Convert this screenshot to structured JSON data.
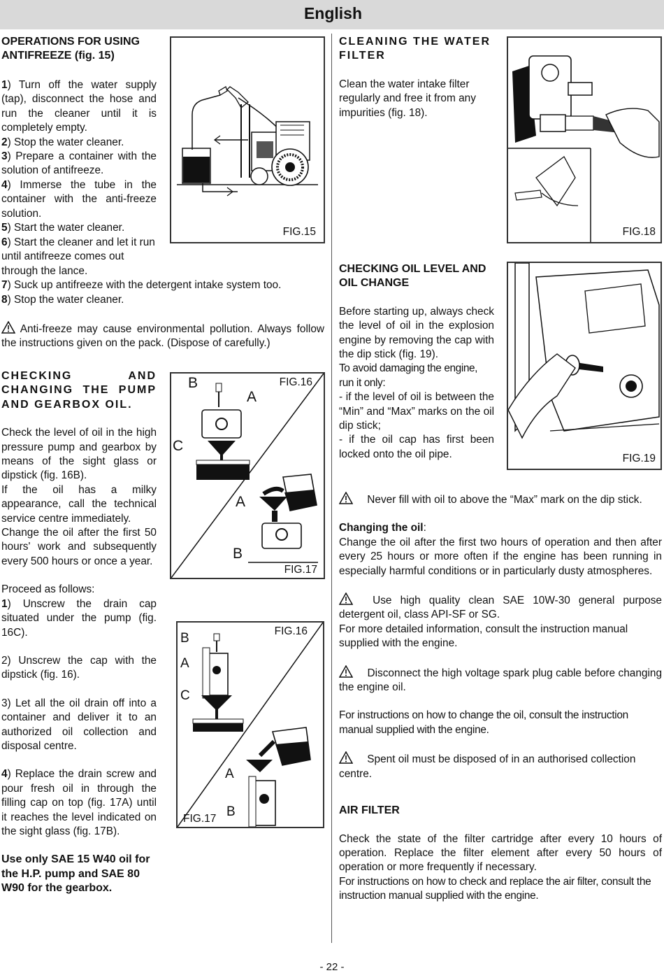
{
  "header": {
    "language": "English"
  },
  "left": {
    "antifreeze_title": "OPERATIONS FOR USING ANTIFREEZE (fig. 15)",
    "af_steps": [
      {
        "n": "1",
        "t": ") Turn off the water supply (tap), disconnect the hose and run the cleaner until it is completely empty."
      },
      {
        "n": "2",
        "t": ") Stop the water cleaner."
      },
      {
        "n": "3",
        "t": ") Prepare a container with the solution of antifreeze."
      },
      {
        "n": "4",
        "t": ") Immerse the tube in the container with the anti-freeze solution."
      },
      {
        "n": "5",
        "t": ") Start the water cleaner."
      },
      {
        "n": "6",
        "t": ") Start the cleaner and let it run until antifreeze comes out through the lance."
      },
      {
        "n": "7",
        "t": ") Suck up antifreeze with the detergent intake system too."
      },
      {
        "n": "8",
        "t": ") Stop the water cleaner."
      }
    ],
    "af_warning": "Anti-freeze may cause environmental pollution. Always follow the instructions given on the pack. (Dispose of carefully.)",
    "pump_title": "CHECKING AND CHANGING THE PUMP AND GEARBOX OIL.",
    "pump_p1": "Check the level of oil in the high pressure pump and gearbox by means of the sight glass or dipstick (fig. 16B).",
    "pump_p2": "If the oil has a milky appearance, call the technical service centre immediately.",
    "pump_p3": "Change the oil after the first 50 hours' work and subsequently every 500 hours or once a year.",
    "proceed": "Proceed as follows:",
    "p_step1_n": "1",
    "p_step1": ") Unscrew the drain cap situated under the pump (fig. 16C).",
    "p_step2": "2) Unscrew the cap with the dipstick (fig. 16).",
    "p_step3": "3) Let all the oil drain off into a container and deliver it to an authorized oil collection and disposal centre.",
    "p_step4_n": "4",
    "p_step4": ") Replace the drain screw and pour fresh oil in through the filling cap on top (fig. 17A) until it reaches the level indicated on the sight glass (fig. 17B).",
    "oil_note": "Use only SAE 15 W40 oil for the H.P. pump and SAE 80 W90 for the gearbox."
  },
  "figures": {
    "fig15": "FIG.15",
    "fig16a": "FIG.16",
    "fig17a": "FIG.17",
    "fig16b": "FIG.16",
    "fig17b": "FIG.17",
    "fig18": "FIG.18",
    "fig19": "FIG.19",
    "letter_a": "A",
    "letter_b": "B",
    "letter_c": "C"
  },
  "right": {
    "water_title": "CLEANING THE WATER FILTER",
    "water_text": "Clean the water intake filter regularly and free it from any impurities (fig. 18).",
    "oil_title": "CHECKING OIL LEVEL AND OIL CHANGE",
    "oil_p1": "Before starting up, always check the level of oil in the explosion engine by removing the cap with the dip stick (fig. 19).",
    "oil_p2": "To avoid damaging the engine, run it only:",
    "oil_p3": "- if the level of oil is between the “Min” and “Max” marks on the oil dip stick;",
    "oil_p4": "- if the oil cap has first been locked onto the oil pipe.",
    "never_fill": "Never fill with oil to above the “Max” mark on the dip stick.",
    "change_title": "Changing the oil",
    "change_colon": ":",
    "change_text": "Change the oil after the first two hours of operation and then after every 25 hours or more often if the engine has been running in especially harmful conditions or in particularly dusty atmospheres.",
    "quality": "Use high quality clean SAE 10W-30 general purpose detergent oil, class API-SF or SG.",
    "more_info": "For more detailed information, consult the instruction manual supplied with the engine.",
    "disconnect": "Disconnect the high voltage spark plug cable before changing the engine oil.",
    "instructions": "For instructions on how to change the oil, consult the instruction manual supplied with the engine.",
    "spent": "Spent oil must be disposed of in an authorised collection centre.",
    "air_title": "AIR FILTER",
    "air_p1": "Check the state of the filter cartridge after every 10 hours of operation. Replace the filter element after every 50 hours of operation or more frequently if necessary.",
    "air_p2": "For instructions on how to check and replace the air filter, consult the instruction manual supplied with the engine."
  },
  "footer": {
    "page": "- 22 -"
  }
}
